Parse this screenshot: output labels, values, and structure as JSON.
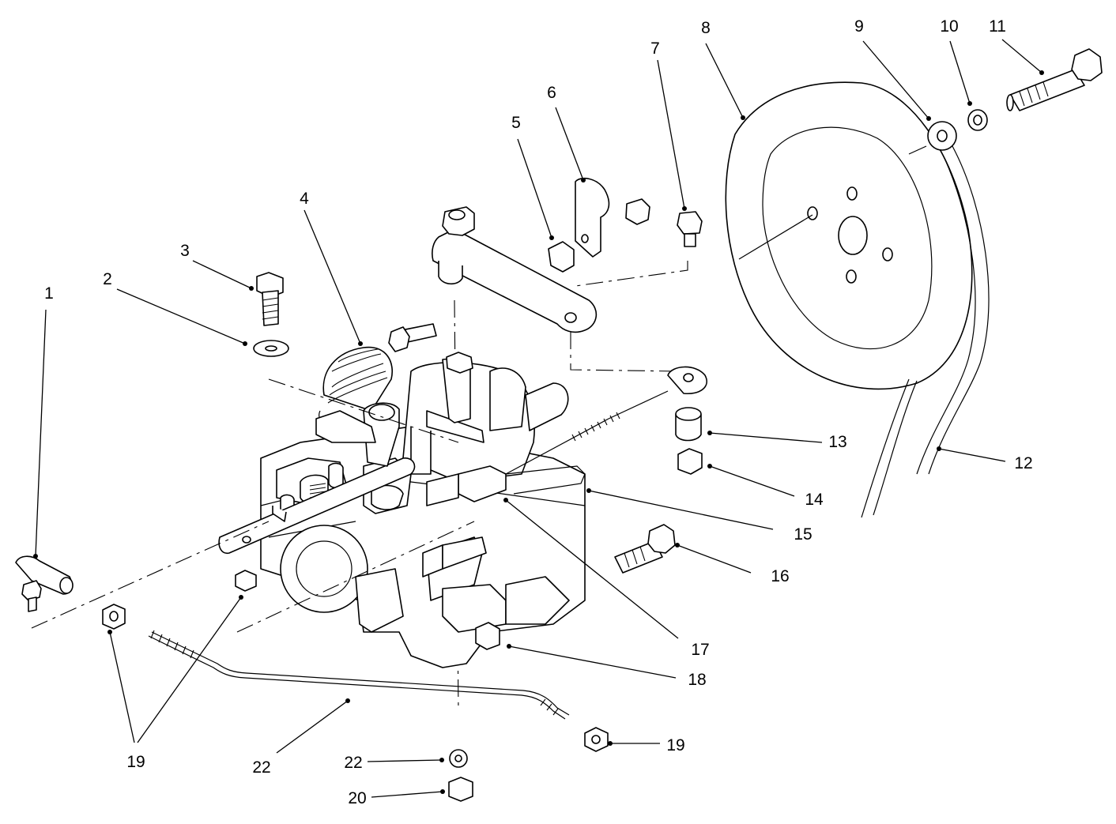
{
  "diagram": {
    "callouts": [
      {
        "id": "c1",
        "text": "1"
      },
      {
        "id": "c2",
        "text": "2"
      },
      {
        "id": "c3",
        "text": "3"
      },
      {
        "id": "c4",
        "text": "4"
      },
      {
        "id": "c5",
        "text": "5"
      },
      {
        "id": "c6",
        "text": "6"
      },
      {
        "id": "c7",
        "text": "7"
      },
      {
        "id": "c8",
        "text": "8"
      },
      {
        "id": "c9",
        "text": "9"
      },
      {
        "id": "c10",
        "text": "10"
      },
      {
        "id": "c11",
        "text": "11"
      },
      {
        "id": "c12",
        "text": "12"
      },
      {
        "id": "c13",
        "text": "13"
      },
      {
        "id": "c14",
        "text": "14"
      },
      {
        "id": "c15",
        "text": "15"
      },
      {
        "id": "c16",
        "text": "16"
      },
      {
        "id": "c17",
        "text": "17"
      },
      {
        "id": "c18",
        "text": "18"
      },
      {
        "id": "c19a",
        "text": "19"
      },
      {
        "id": "c19b",
        "text": "19"
      },
      {
        "id": "c20",
        "text": "20"
      },
      {
        "id": "c22a",
        "text": "22"
      },
      {
        "id": "c22b",
        "text": "22"
      }
    ]
  }
}
